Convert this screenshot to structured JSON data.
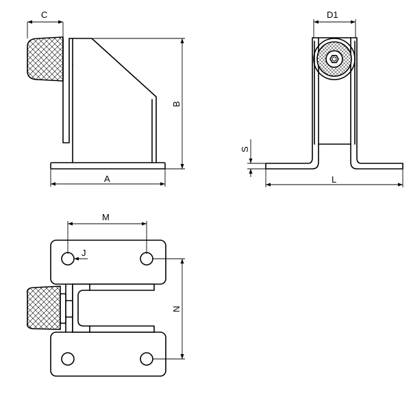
{
  "labels": {
    "c": "C",
    "b": "B",
    "a": "A",
    "d1": "D1",
    "s": "S",
    "l": "L",
    "m": "M",
    "j": "J",
    "n": "N"
  }
}
